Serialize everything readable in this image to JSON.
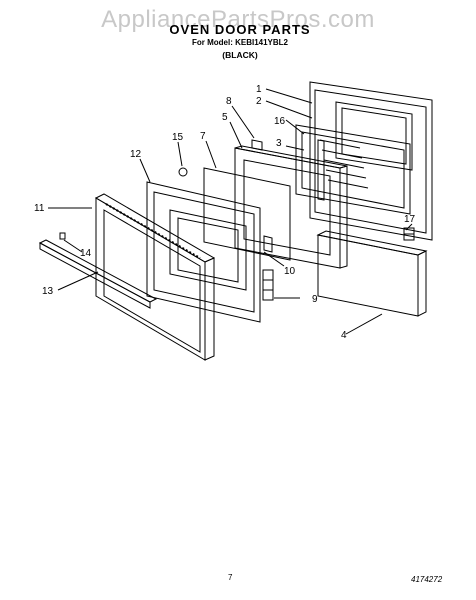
{
  "watermark": "AppliancePartsPros.com",
  "header": {
    "title": "OVEN DOOR PARTS",
    "model_line": "For Model: KEBI141YBL2",
    "color": "(BLACK)"
  },
  "footer": {
    "page_number": "7",
    "document_number": "4174272"
  },
  "callouts": [
    "1",
    "2",
    "3",
    "4",
    "5",
    "7",
    "8",
    "9",
    "10",
    "11",
    "12",
    "13",
    "14",
    "15",
    "16",
    "17"
  ]
}
